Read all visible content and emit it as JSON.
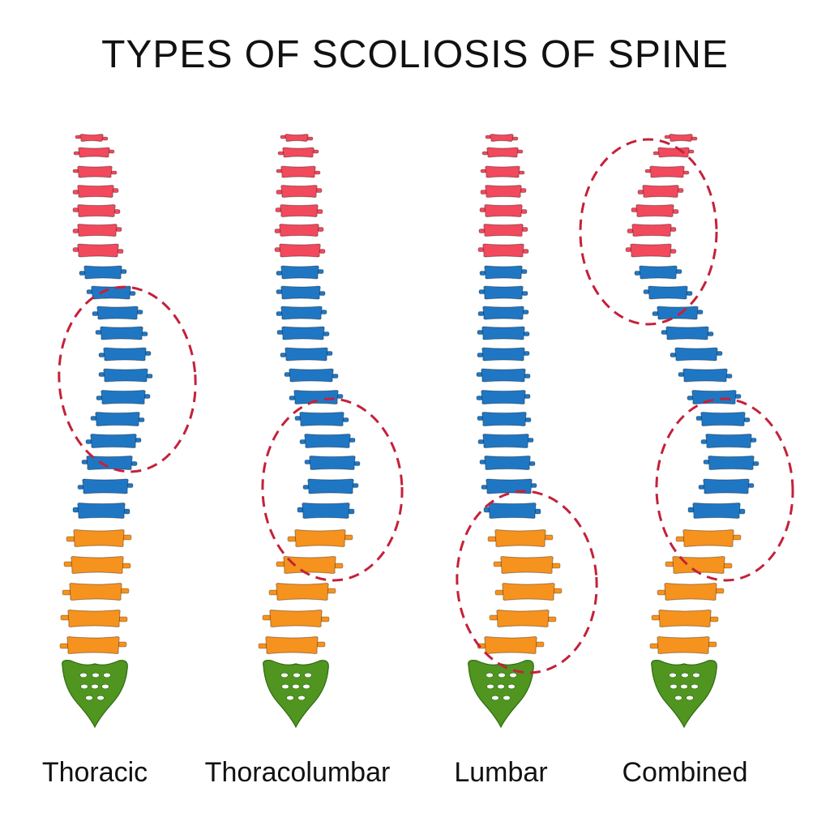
{
  "title": "TYPES OF SCOLIOSIS OF SPINE",
  "colors": {
    "cervical": "#f2495c",
    "thoracic": "#1f77c4",
    "lumbar": "#f6921e",
    "sacrum": "#4f9520",
    "sacrum_stroke": "#2e6a10",
    "curve_marker": "#c4213a",
    "text": "#111111"
  },
  "spines": [
    {
      "label": "Thoracic",
      "curve": "thoracic"
    },
    {
      "label": "Thoracolumbar",
      "curve": "thoracolumbar"
    },
    {
      "label": "Lumbar",
      "curve": "lumbar"
    },
    {
      "label": "Combined",
      "curve": "combined"
    }
  ]
}
